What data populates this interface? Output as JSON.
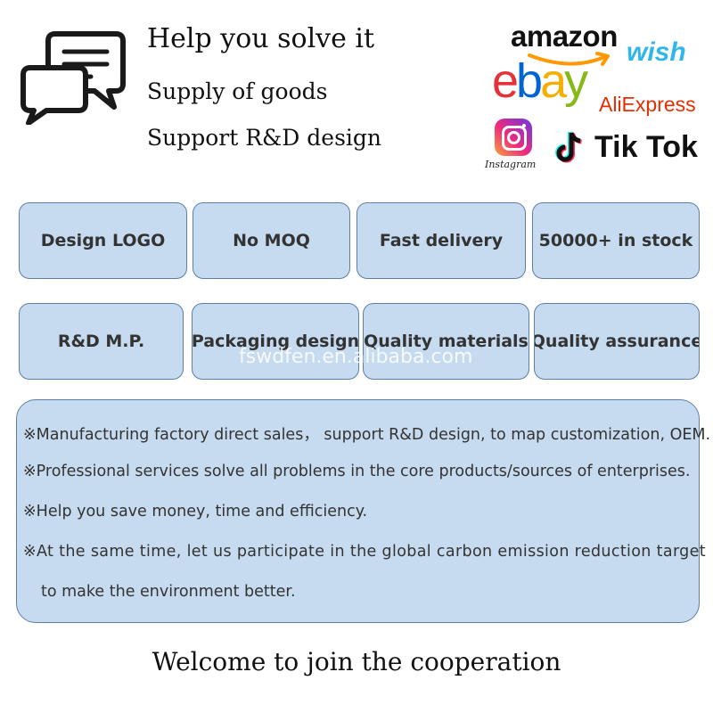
{
  "header": {
    "lines": [
      "Help you solve it",
      "Supply of goods",
      "Support R&D design"
    ],
    "icon": "chat-bubbles-icon"
  },
  "platforms": {
    "amazon": "amazon",
    "wish": "wish",
    "ebay": [
      "e",
      "b",
      "a",
      "y"
    ],
    "aliexpress": "AliExpress",
    "instagram": "Instagram",
    "tiktok": "Tik Tok"
  },
  "features": {
    "row1": [
      "Design LOGO",
      "No MOQ",
      "Fast delivery",
      "50000+ in stock"
    ],
    "row2": [
      "R&D M.P.",
      "Packaging design",
      "Quality materials",
      "Quality assurance"
    ]
  },
  "watermark": "fswdfen.en.alibaba.com",
  "info": {
    "lines": [
      "※Manufacturing factory direct sales， support R&D design, to map customization, OEM.",
      "※Professional services solve all problems in the core products/sources of enterprises.",
      "※Help you save money, time and efficiency.",
      "※At the same time, let us participate in the global carbon emission reduction target",
      "to make the environment better."
    ]
  },
  "footer": "Welcome to join the cooperation",
  "colors": {
    "tile_fill": "#c6dbef",
    "tile_border": "#5d7fa6",
    "ebay_e": "#e53238",
    "ebay_b": "#0064d2",
    "ebay_a": "#f5af02",
    "ebay_y": "#86b817",
    "aliexpress": "#e62e04",
    "wish": "#2fb7ec"
  }
}
